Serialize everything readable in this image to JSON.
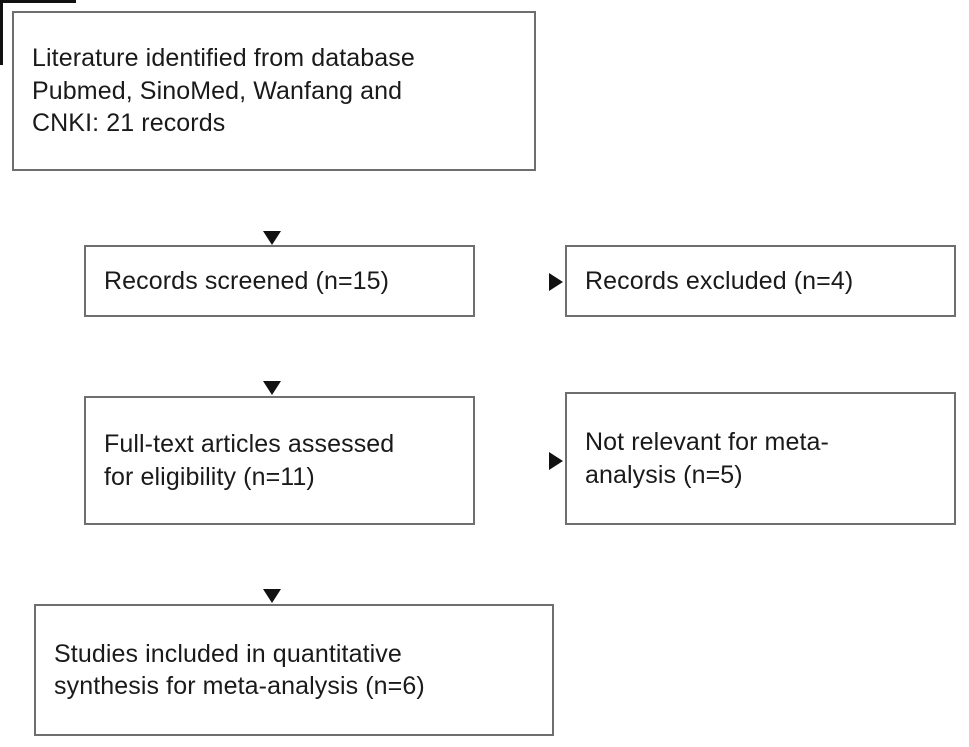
{
  "diagram": {
    "type": "prisma-flow-diagram",
    "title": "",
    "colors": {
      "box_border": "#6e6e6e",
      "connector": "#111111",
      "text": "#1a1a1a",
      "background": "#ffffff"
    },
    "nodes": [
      {
        "id": "identification",
        "label": "Literature identified from database\nPubmed, SinoMed, Wanfang and\nCNKI: 21 records",
        "count": 21,
        "count_text": "21 records"
      },
      {
        "id": "screened",
        "label": "Records screened (n=15)",
        "count": 15,
        "count_text": "n=15"
      },
      {
        "id": "excluded",
        "label": "Records excluded (n=4)",
        "count": 4,
        "count_text": "n=4"
      },
      {
        "id": "fulltext",
        "label": "Full-text articles assessed\nfor eligibility (n=11)",
        "count": 11,
        "count_text": "n=11"
      },
      {
        "id": "notrelevant",
        "label": "Not relevant for meta-\nanalysis (n=5)",
        "count": 5,
        "count_text": "n=5"
      },
      {
        "id": "included",
        "label": "Studies included in quantitative\nsynthesis for meta-analysis (n=6)",
        "count": 6,
        "count_text": "n=6"
      }
    ],
    "edges": [
      {
        "id": "ident-screened",
        "from": "identification",
        "to": "screened",
        "direction": "down"
      },
      {
        "id": "screened-excluded",
        "from": "screened",
        "to": "excluded",
        "direction": "right"
      },
      {
        "id": "screened-fulltext",
        "from": "screened",
        "to": "fulltext",
        "direction": "down"
      },
      {
        "id": "fulltext-notrelevant",
        "from": "fulltext",
        "to": "notrelevant",
        "direction": "right"
      },
      {
        "id": "fulltext-included",
        "from": "fulltext",
        "to": "included",
        "direction": "down"
      }
    ]
  }
}
